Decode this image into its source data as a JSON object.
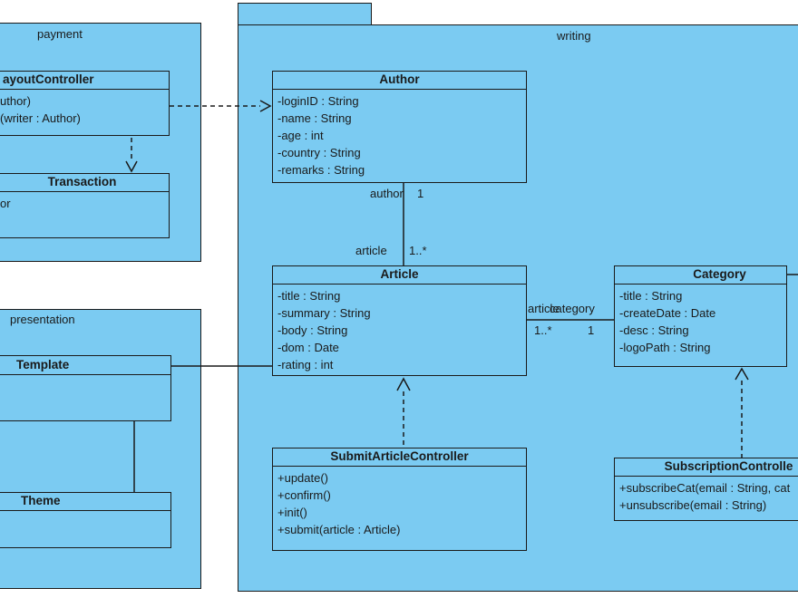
{
  "packages": {
    "payment": "payment",
    "writing": "writing",
    "presentation": "presentation"
  },
  "classes": {
    "payout_controller": {
      "title": "ayoutController",
      "members": [
        "uthor)",
        "(writer : Author)"
      ]
    },
    "transaction": {
      "title": "Transaction",
      "members": [
        "or"
      ]
    },
    "author": {
      "title": "Author",
      "members": [
        "-loginID : String",
        "-name : String",
        "-age : int",
        "-country : String",
        "-remarks : String"
      ]
    },
    "article": {
      "title": "Article",
      "members": [
        "-title : String",
        "-summary : String",
        "-body : String",
        "-dom : Date",
        "-rating : int"
      ]
    },
    "category": {
      "title": "Category",
      "members": [
        "-title : String",
        "-createDate : Date",
        "-desc : String",
        "-logoPath : String"
      ]
    },
    "submit_article_controller": {
      "title": "SubmitArticleController",
      "members": [
        "+update()",
        "+confirm()",
        "+init()",
        "+submit(article : Article)"
      ]
    },
    "subscription_controller": {
      "title": "SubscriptionControlle",
      "members": [
        "+subscribeCat(email : String, cat",
        "+unsubscribe(email : String)"
      ]
    },
    "template": {
      "title": "Template",
      "members": []
    },
    "theme": {
      "title": "Theme",
      "members": []
    }
  },
  "edge_labels": {
    "author_role": "author",
    "author_mult": "1",
    "article_role_vertical": "article",
    "article_mult_vertical": "1..*",
    "article_role_horizontal": "article",
    "category_role_horizontal": "category",
    "article_mult_horizontal": "1..*",
    "category_mult_horizontal": "1"
  },
  "colors": {
    "shape_fill": "#7bcbf2",
    "shape_border": "#1a1a1a",
    "background": "#ffffff"
  }
}
